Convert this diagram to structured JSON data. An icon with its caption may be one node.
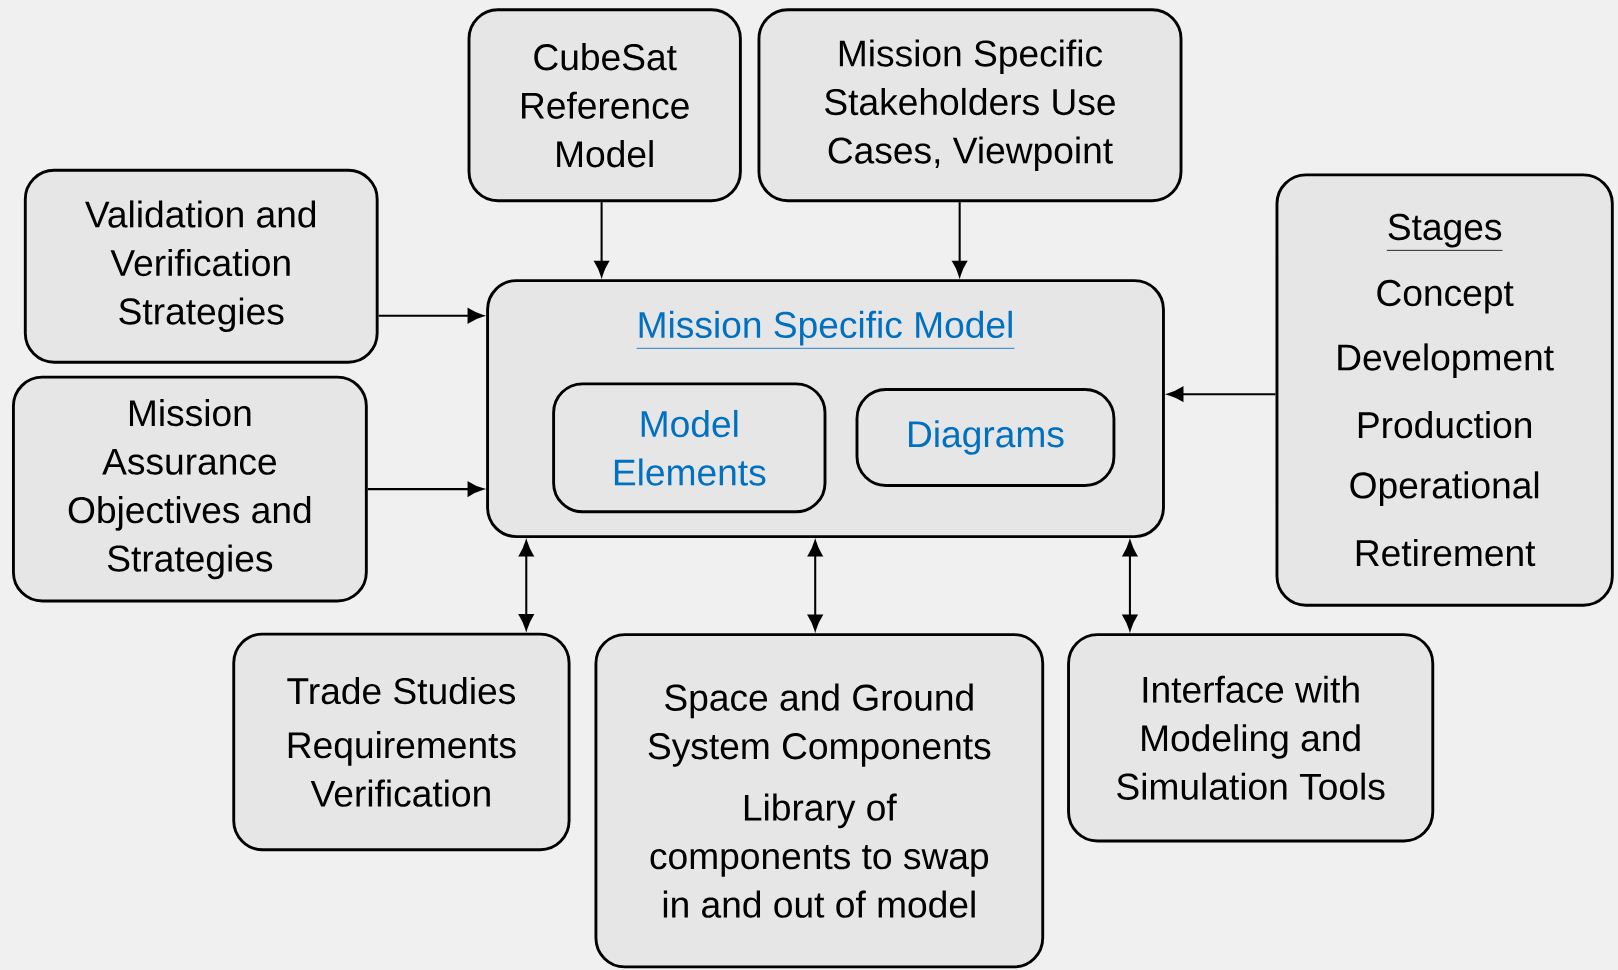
{
  "diagram": {
    "nodes": [
      {
        "text": [
          "CubeSat Reference Model"
        ]
      },
      {
        "text": [
          "Mission Specific Stakeholders Use Cases, Viewpoint"
        ]
      },
      {
        "text": [
          "Validation and Verification Strategies"
        ]
      },
      {
        "text": [
          "Stages",
          "Concept",
          "Development",
          "Production",
          "Operational",
          "Retirement"
        ]
      },
      {
        "text": [
          "Mission Specific Model"
        ]
      },
      {
        "text": [
          "Model Elements"
        ],
        "in": 4
      },
      {
        "text": [
          "Diagrams"
        ],
        "in": 4
      },
      {
        "text": [
          "Mission Assurance Objectives and Strategies"
        ]
      },
      {
        "text": [
          "Trade Studies",
          "Requirements Verification"
        ]
      },
      {
        "text": [
          "Space and Ground System Components",
          "Library of components to swap in and out of model"
        ]
      },
      {
        "text": [
          "Interface with Modeling and Simulation Tools"
        ]
      }
    ],
    "edges": [
      {
        "from": 0,
        "to": 4,
        "arrow": "to"
      },
      {
        "from": 1,
        "to": 4,
        "arrow": "to"
      },
      {
        "from": 2,
        "to": 4,
        "arrow": "to"
      },
      {
        "from": 7,
        "to": 4,
        "arrow": "to"
      },
      {
        "from": 3,
        "to": 4,
        "arrow": "to"
      },
      {
        "from": 4,
        "to": 8,
        "arrow": "both"
      },
      {
        "from": 4,
        "to": 9,
        "arrow": "both"
      },
      {
        "from": 4,
        "to": 10,
        "arrow": "both"
      }
    ]
  }
}
